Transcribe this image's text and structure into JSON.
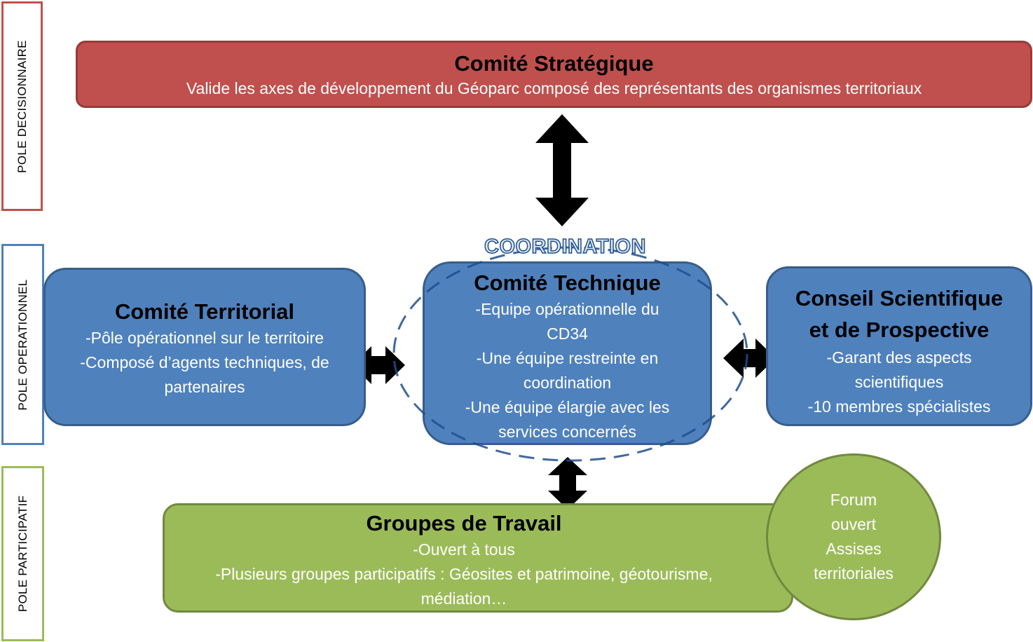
{
  "poles": {
    "decisionnaire": "POLE DECISIONNAIRE",
    "operationnel": "POLE OPERATIONNEL",
    "participatif": "POLE PARTICIPATIF"
  },
  "comite_strategique": {
    "title": "Comité Stratégique",
    "lines": [
      "Valide les axes de développement du Géoparc composé des représentants des organismes territoriaux"
    ]
  },
  "coordination": "COORDINATION",
  "comite_technique": {
    "title": "Comité Technique",
    "lines": [
      "-Equipe opérationnelle du",
      "CD34",
      "-Une équipe restreinte en",
      "coordination",
      "-Une équipe élargie avec les",
      "services concernés"
    ]
  },
  "comite_territorial": {
    "title": "Comité Territorial",
    "lines": [
      "-Pôle opérationnel sur le territoire",
      "-Composé d’agents techniques, de",
      "partenaires"
    ]
  },
  "conseil_scientifique": {
    "title_line1": "Conseil Scientifique",
    "title_line2": "et de Prospective",
    "lines": [
      "-Garant des aspects",
      "scientifiques",
      "-10 membres spécialistes"
    ]
  },
  "groupes_travail": {
    "title": "Groupes de Travail",
    "lines": [
      "-Ouvert à tous",
      "-Plusieurs groupes participatifs : Géosites et patrimoine, géotourisme,",
      "médiation…"
    ]
  },
  "forum": {
    "lines": [
      "Forum",
      "ouvert",
      "Assises",
      "territoriales"
    ]
  },
  "colors": {
    "red": "#c0504d",
    "blue": "#4f81bd",
    "green": "#9bbb59",
    "pole_red_border": "#c0504d",
    "pole_blue_border": "#4f81bd",
    "pole_green_border": "#9bbb59"
  }
}
